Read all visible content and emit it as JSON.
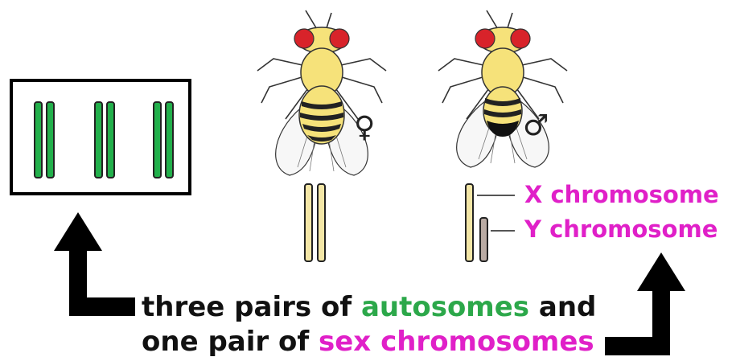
{
  "colors": {
    "autosome": "#22b04b",
    "sex_chromosome": "#f3e6a6",
    "y_chromosome": "#b9aaa3",
    "magenta": "#e020c8",
    "green": "#2ca84a"
  },
  "symbols": {
    "female": "♀",
    "male": "♂"
  },
  "labels": {
    "x_chromosome": "X chromosome",
    "y_chromosome": "Y chromosome"
  },
  "caption": {
    "line1_prefix": "three pairs of ",
    "line1_highlight": "autosomes",
    "line1_suffix": " and",
    "line2_prefix": "one pair of ",
    "line2_highlight": "sex chromosomes"
  },
  "icons": [
    "fruit-fly-female-icon",
    "fruit-fly-male-icon",
    "arrow-up-left-icon",
    "arrow-up-right-icon"
  ]
}
